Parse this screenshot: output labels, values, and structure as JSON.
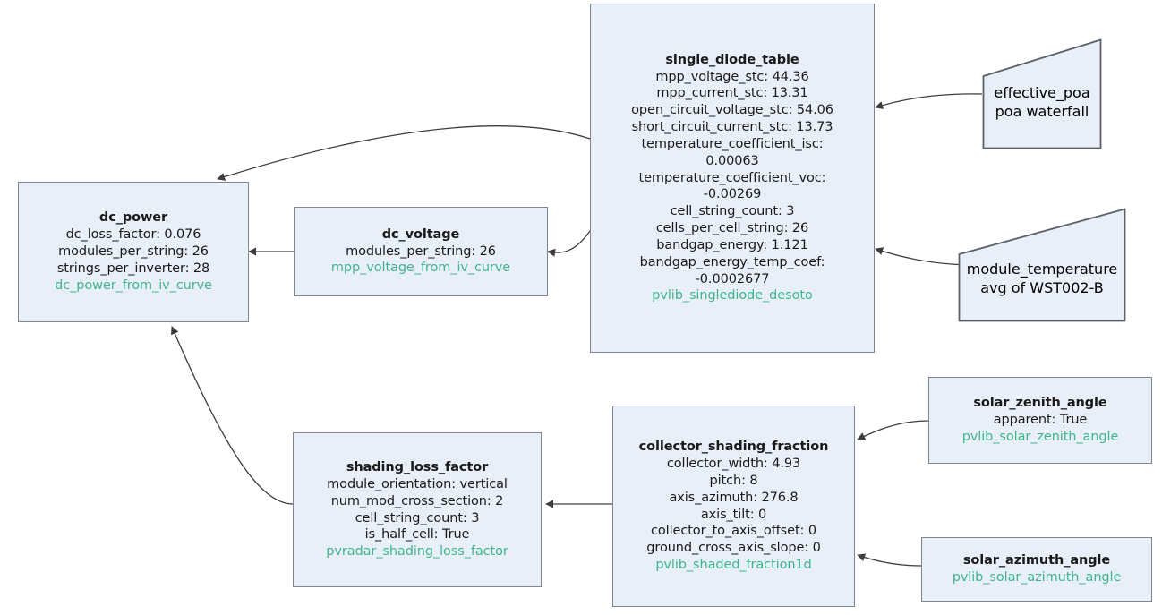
{
  "meta": {
    "diagram_title": "pvradar model dependency graph",
    "background_color": "#ffffff",
    "node_fill": "#e9eff9",
    "node_border": "#7f8693",
    "text_color": "#1a1a1a",
    "function_text_color": "#3eb68c",
    "edge_color": "#4a4a4a"
  },
  "nodes": {
    "single_diode_table": {
      "title": "single_diode_table",
      "params": [
        "mpp_voltage_stc: 44.36",
        "mpp_current_stc: 13.31",
        "open_circuit_voltage_stc: 54.06",
        "short_circuit_current_stc: 13.73",
        "temperature_coefficient_isc:",
        "0.00063",
        "temperature_coefficient_voc:",
        "-0.00269",
        "cell_string_count: 3",
        "cells_per_cell_string: 26",
        "bandgap_energy: 1.121",
        "bandgap_energy_temp_coef:",
        "-0.0002677"
      ],
      "fn": "pvlib_singlediode_desoto"
    },
    "dc_power": {
      "title": "dc_power",
      "params": [
        "dc_loss_factor: 0.076",
        "modules_per_string: 26",
        "strings_per_inverter: 28"
      ],
      "fn": "dc_power_from_iv_curve"
    },
    "dc_voltage": {
      "title": "dc_voltage",
      "params": [
        "modules_per_string: 26"
      ],
      "fn": "mpp_voltage_from_iv_curve"
    },
    "effective_poa": {
      "title": "effective_poa",
      "params": [],
      "fn": "poa waterfall"
    },
    "module_temperature": {
      "title": "module_temperature",
      "params": [],
      "fn": "avg of WST002-B"
    },
    "solar_zenith_angle": {
      "title": "solar_zenith_angle",
      "params": [
        "apparent: True"
      ],
      "fn": "pvlib_solar_zenith_angle"
    },
    "solar_azimuth_angle": {
      "title": "solar_azimuth_angle",
      "params": [],
      "fn": "pvlib_solar_azimuth_angle"
    },
    "collector_shading_fraction": {
      "title": "collector_shading_fraction",
      "params": [
        "collector_width: 4.93",
        "pitch: 8",
        "axis_azimuth: 276.8",
        "axis_tilt: 0",
        "collector_to_axis_offset: 0",
        "ground_cross_axis_slope: 0"
      ],
      "fn": "pvlib_shaded_fraction1d"
    },
    "shading_loss_factor": {
      "title": "shading_loss_factor",
      "params": [
        "module_orientation: vertical",
        "num_mod_cross_section: 2",
        "cell_string_count: 3",
        "is_half_cell: True"
      ],
      "fn": "pvradar_shading_loss_factor"
    }
  },
  "edges": [
    {
      "from": "single_diode_table",
      "to": "dc_power"
    },
    {
      "from": "single_diode_table",
      "to": "dc_voltage"
    },
    {
      "from": "dc_voltage",
      "to": "dc_power"
    },
    {
      "from": "effective_poa",
      "to": "single_diode_table"
    },
    {
      "from": "module_temperature",
      "to": "single_diode_table"
    },
    {
      "from": "solar_zenith_angle",
      "to": "collector_shading_fraction"
    },
    {
      "from": "solar_azimuth_angle",
      "to": "collector_shading_fraction"
    },
    {
      "from": "collector_shading_fraction",
      "to": "shading_loss_factor"
    },
    {
      "from": "shading_loss_factor",
      "to": "dc_power"
    }
  ]
}
